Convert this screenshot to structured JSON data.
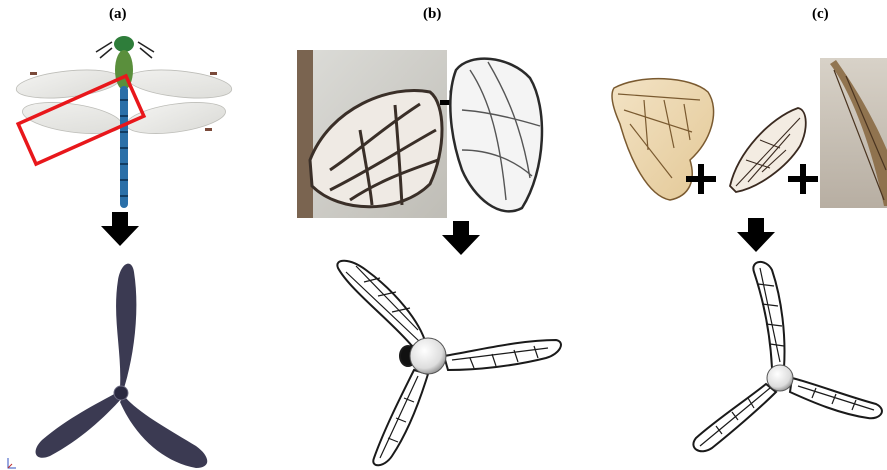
{
  "panels": [
    {
      "label": "(a)",
      "inspiration": "dragonfly-wing",
      "result": "solid-three-blade-propeller"
    },
    {
      "label": "(b)",
      "inspiration": "two-wing-venation-combination",
      "result": "venation-three-blade-propeller"
    },
    {
      "label": "(c)",
      "inspiration": "three-wing-venation-combination",
      "result": "venation-three-blade-propeller"
    }
  ],
  "colors": {
    "highlight_box": "#e8171b",
    "solid_blade": "#3b3a52",
    "arrow": "#000000",
    "dragonfly_body": "#2a6fa8",
    "wing_amber": "#c9a36a"
  }
}
